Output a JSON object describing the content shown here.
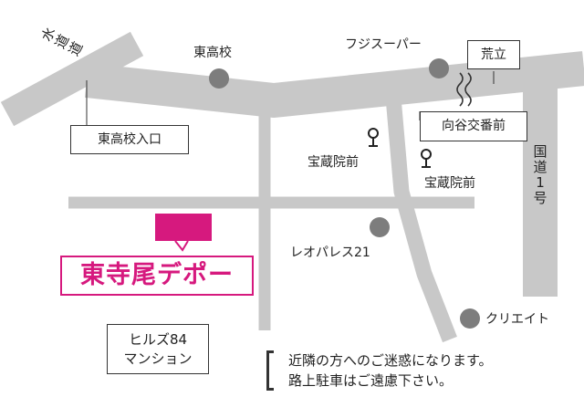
{
  "colors": {
    "road": "#c8c8c8",
    "landmark_dot": "#7d7d7d",
    "destination": "#d6197e",
    "text": "#222222",
    "border": "#333333"
  },
  "roads": {
    "suido_road": "水道道",
    "route1": "国道1号"
  },
  "landmarks": {
    "higashi_koko": "東高校",
    "fuji_super": "フジスーパー",
    "leopalace": "レオパレス21",
    "create": "クリエイト"
  },
  "bus_stops": {
    "hozoin_mae_1": "宝蔵院前",
    "hozoin_mae_2": "宝蔵院前"
  },
  "intersections": {
    "higashi_koko_iriguchi": "東高校入口",
    "mukaiya_koban_mae": "向谷交番前",
    "aradachi": "荒立"
  },
  "buildings": {
    "hills84_line1": "ヒルズ84",
    "hills84_line2": "マンション"
  },
  "destination": {
    "name": "東寺尾デポー"
  },
  "notice": {
    "line1": "近隣の方へのご迷惑になります。",
    "line2": "路上駐車はご遠慮下さい。"
  }
}
